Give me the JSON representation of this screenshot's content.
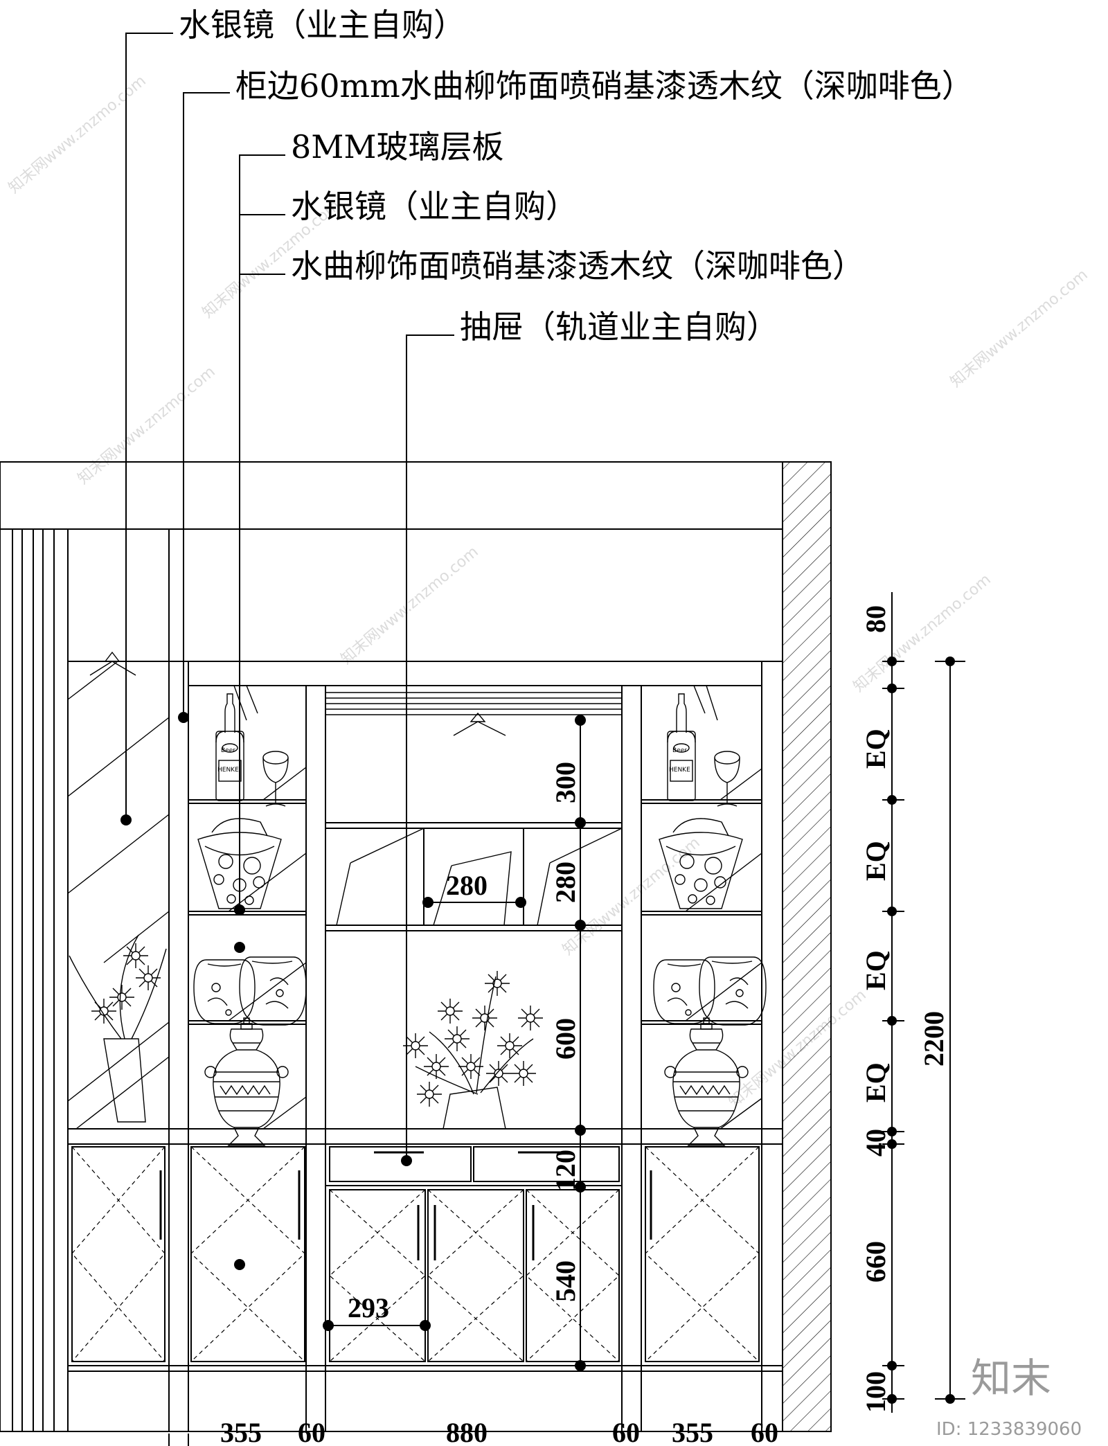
{
  "labels": {
    "mirror_top": "水银镜（业主自购）",
    "cabinet_edge": "柜边60mm水曲柳饰面喷硝基漆透木纹（深咖啡色）",
    "glass_shelf": "8MM玻璃层板",
    "mirror_inner": "水银镜（业主自购）",
    "veneer": "水曲柳饰面喷硝基漆透木纹（深咖啡色）",
    "drawer": "抽屉（轨道业主自购）"
  },
  "right_dims": {
    "top": "80",
    "eq1": "EQ",
    "eq2": "EQ",
    "eq3": "EQ",
    "eq4": "EQ",
    "d40": "40",
    "d660": "660",
    "d100": "100",
    "total": "2200"
  },
  "inner_dims": {
    "d300": "300",
    "d280v": "280",
    "d280h": "280",
    "d600": "600",
    "d120": "120",
    "d540": "540",
    "d293": "293"
  },
  "bottom_dims": [
    "355",
    "60",
    "880",
    "60",
    "355",
    "60"
  ],
  "bottle_label": "HENKE",
  "bottle_cap": "Beer",
  "watermark": "知末网www.znzmo.com",
  "brand": "知末",
  "image_id": "ID: 1233839060"
}
